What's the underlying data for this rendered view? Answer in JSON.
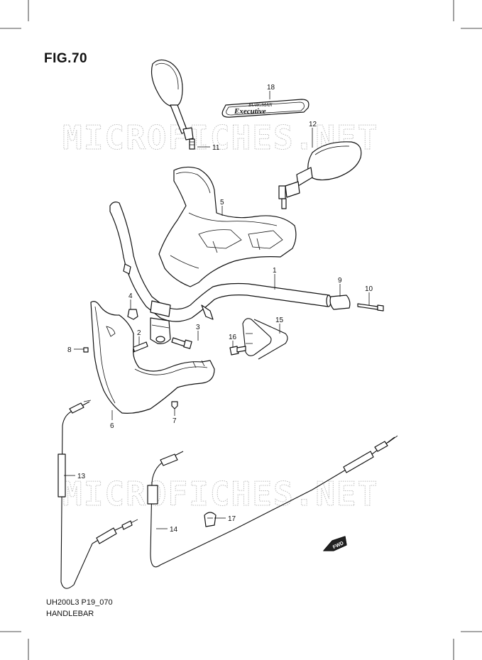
{
  "figure_title": "FIG.70",
  "footer_code": "UH200L3 P19_070",
  "footer_name": "HANDLEBAR",
  "watermark": "MICROFICHES.NET",
  "emblem_line1": "BURGMAN",
  "emblem_line2": "Executive",
  "fwd_label": "FWD",
  "callouts": {
    "c1": "1",
    "c2": "2",
    "c3": "3",
    "c4": "4",
    "c5": "5",
    "c6": "6",
    "c7": "7",
    "c8": "8",
    "c9": "9",
    "c10": "10",
    "c11": "11",
    "c12": "12",
    "c13": "13",
    "c14": "14",
    "c15": "15",
    "c16": "16",
    "c17": "17",
    "c18": "18"
  }
}
